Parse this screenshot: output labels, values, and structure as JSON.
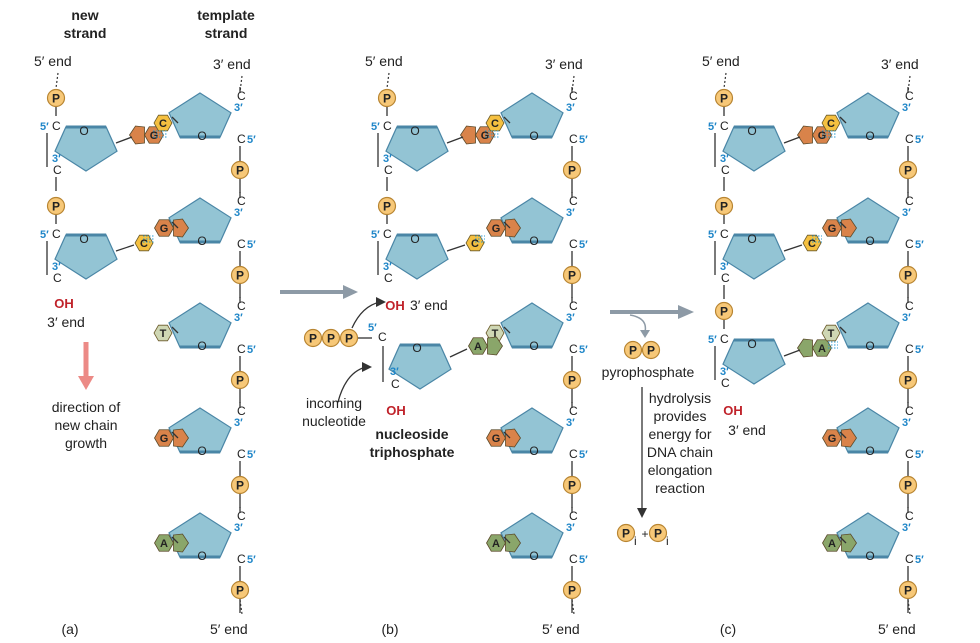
{
  "labels": {
    "new_strand_line1": "new",
    "new_strand_line2": "strand",
    "template_strand_line1": "template",
    "template_strand_line2": "strand",
    "five_end": "5′ end",
    "three_end": "3′ end",
    "five_prime": "5′",
    "three_prime": "3′",
    "carbon": "C",
    "oxygen": "O",
    "hydroxyl": "OH",
    "phosphate": "P",
    "direction_line1": "direction of",
    "direction_line2": "new chain",
    "direction_line3": "growth",
    "incoming_line1": "incoming",
    "incoming_line2": "nucleotide",
    "nucleoside_line1": "nucleoside",
    "nucleoside_line2": "triphosphate",
    "pyrophosphate": "pyrophosphate",
    "hydrolysis_line1": "hydrolysis",
    "hydrolysis_line2": "provides",
    "hydrolysis_line3": "energy for",
    "hydrolysis_line4": "DNA chain",
    "hydrolysis_line5": "elongation",
    "hydrolysis_line6": "reaction",
    "pi_symbol": "P",
    "pi_subscript": "i",
    "plus": "+",
    "panel_a": "(a)",
    "panel_b": "(b)",
    "panel_c": "(c)"
  },
  "template_bases": [
    "C",
    "G",
    "T",
    "G",
    "A"
  ],
  "new_strand_bases": [
    "G",
    "C"
  ],
  "incoming_base": "A",
  "colors": {
    "sugar": "#93c4d4",
    "sugar_edge": "#4a86a6",
    "phosphate": "#f7c878",
    "base_G": "#d9834a",
    "base_C": "#f5c040",
    "base_A": "#8aa66a",
    "base_T": "#cfd7b4",
    "hydroxyl": "#c0222a",
    "prime_label": "#1f86c8",
    "arrow": "#8d9aa6",
    "direction_arrow": "#ec8a86"
  }
}
